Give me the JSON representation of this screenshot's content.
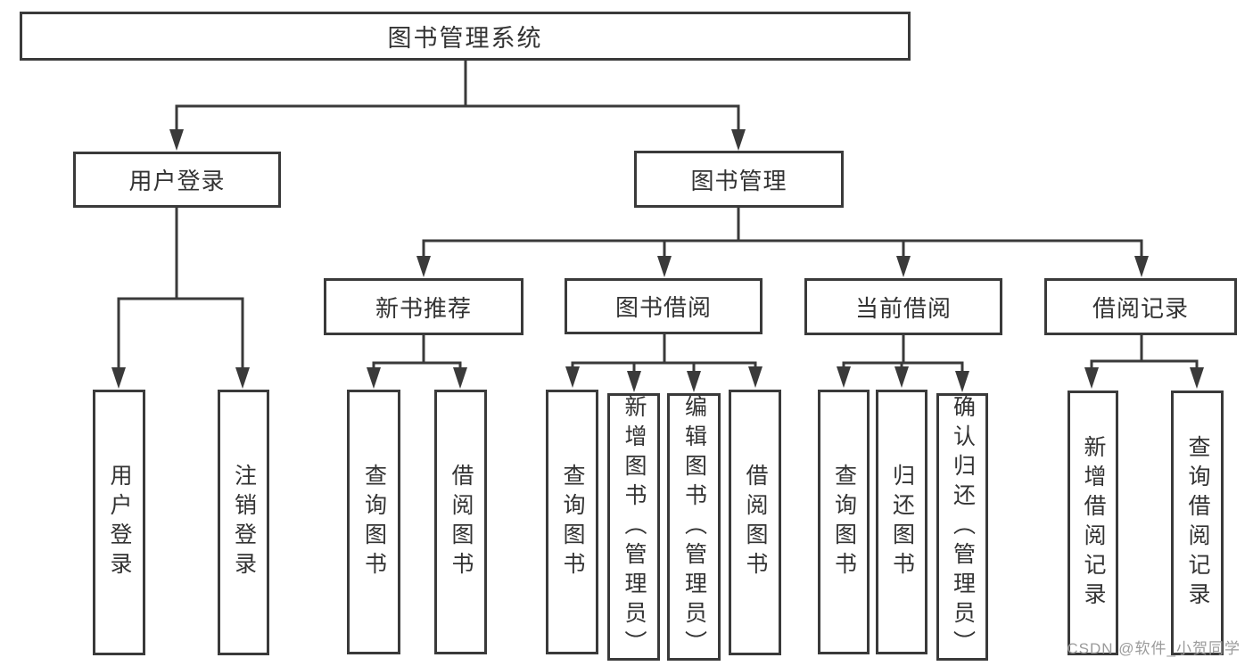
{
  "tree": {
    "root": {
      "label": "图书管理系统"
    },
    "user_login": {
      "label": "用户登录",
      "children": [
        {
          "label": "用户登录"
        },
        {
          "label": "注销登录"
        }
      ]
    },
    "book_manage": {
      "label": "图书管理",
      "children": [
        {
          "label": "新书推荐",
          "children": [
            {
              "label": "查询图书"
            },
            {
              "label": "借阅图书"
            }
          ]
        },
        {
          "label": "图书借阅",
          "children": [
            {
              "label": "查询图书"
            },
            {
              "label": "新增图书（管理员）"
            },
            {
              "label": "编辑图书（管理员）"
            },
            {
              "label": "借阅图书"
            }
          ]
        },
        {
          "label": "当前借阅",
          "children": [
            {
              "label": "查询图书"
            },
            {
              "label": "归还图书"
            },
            {
              "label": "确认归还（管理员）"
            }
          ]
        },
        {
          "label": "借阅记录",
          "children": [
            {
              "label": "新增借阅记录"
            },
            {
              "label": "查询借阅记录"
            }
          ]
        }
      ]
    }
  },
  "watermark": {
    "text": "CSDN @软件_小贺同学"
  },
  "colors": {
    "line": "#3a3a3a",
    "box_border": "#3a3a3a",
    "text": "#333333",
    "watermark": "#9b9b9b",
    "background": "#ffffff"
  }
}
